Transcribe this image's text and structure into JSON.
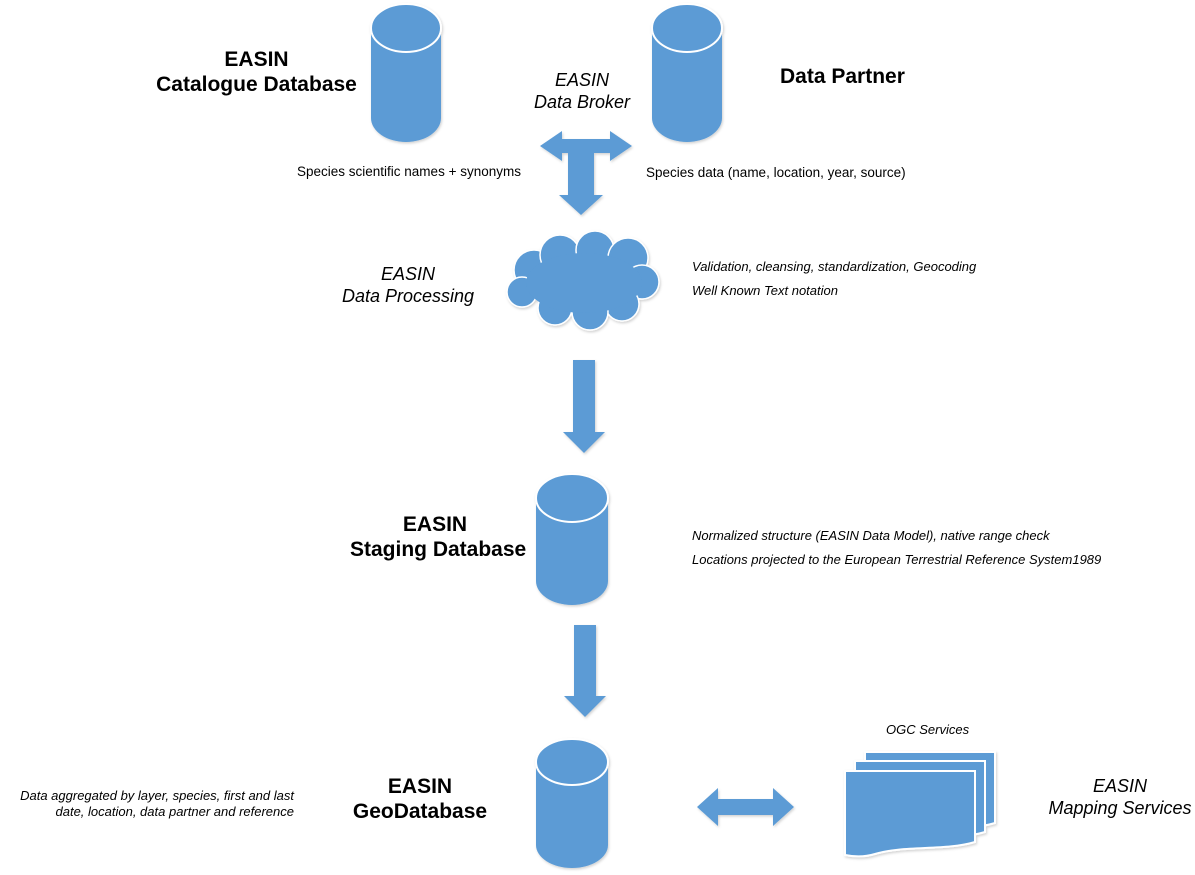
{
  "colors": {
    "shape_fill": "#5b9bd5",
    "shape_stroke": "#ffffff",
    "text": "#000000",
    "background": "#ffffff"
  },
  "catalogue": {
    "line1": "EASIN",
    "line2": "Catalogue Database",
    "note": "Species scientific names + synonyms"
  },
  "broker": {
    "line1": "EASIN",
    "line2": "Data Broker"
  },
  "partner": {
    "title": "Data Partner",
    "note": "Species data (name, location, year, source)"
  },
  "processing": {
    "line1": "EASIN",
    "line2": "Data Processing",
    "note1": "Validation, cleansing, standardization, Geocoding",
    "note2": "Well Known Text notation"
  },
  "staging": {
    "line1": "EASIN",
    "line2": "Staging Database",
    "note1": "Normalized structure (EASIN Data Model), native range check",
    "note2": "Locations projected to the European Terrestrial Reference System1989"
  },
  "geodatabase": {
    "line1": "EASIN",
    "line2": "GeoDatabase",
    "note1": "Data aggregated by layer, species, first and last",
    "note2": "date, location, data partner and reference"
  },
  "ogc": {
    "label": "OGC Services"
  },
  "mapping": {
    "line1": "EASIN",
    "line2": "Mapping Services"
  }
}
